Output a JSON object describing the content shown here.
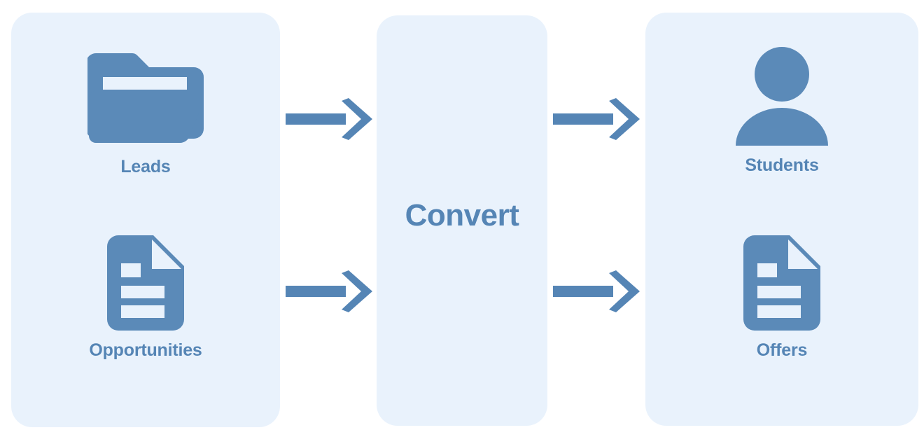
{
  "diagram": {
    "title_text": "Convert",
    "accent_color": "#5585b5",
    "icon_color": "#5b8ab8",
    "panel_background": "#e9f2fc",
    "page_background": "#ffffff",
    "panels": [
      {
        "name": "sources",
        "items": [
          {
            "label": "Leads",
            "icon": "folder-icon"
          },
          {
            "label": "Opportunities",
            "icon": "document-icon"
          }
        ]
      },
      {
        "name": "process",
        "label": "Convert"
      },
      {
        "name": "outcomes",
        "items": [
          {
            "label": "Students",
            "icon": "person-icon"
          },
          {
            "label": "Offers",
            "icon": "document-icon"
          }
        ]
      }
    ],
    "arrows": [
      {
        "name": "leads-to-convert",
        "direction": "right"
      },
      {
        "name": "opportunities-to-convert",
        "direction": "right"
      },
      {
        "name": "convert-to-students",
        "direction": "right"
      },
      {
        "name": "convert-to-offers",
        "direction": "right"
      }
    ]
  }
}
